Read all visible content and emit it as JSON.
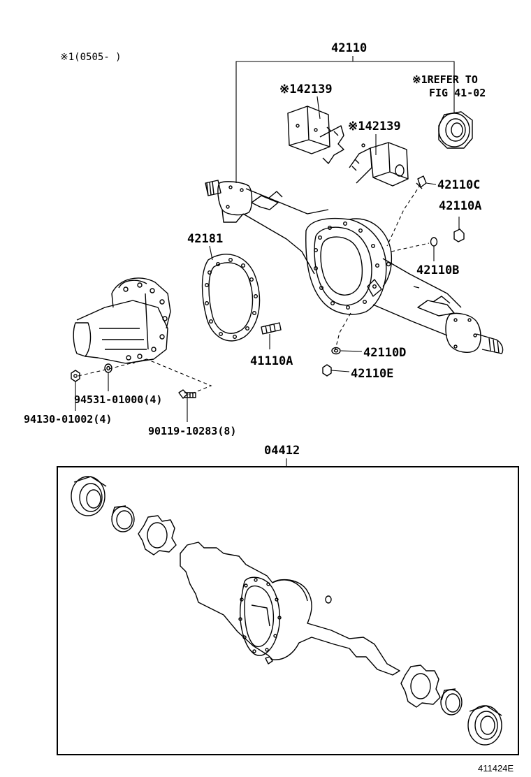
{
  "labels": {
    "n_42110": "42110",
    "n_note_series": "※1(0505-   )",
    "n_42139_upper": "※142139",
    "n_42139_lower": "※142139",
    "n_refer_1": "※1REFER TO",
    "n_refer_2": "FIG 41-02",
    "n_42110C": "42110C",
    "n_42110A": "42110A",
    "n_42181": "42181",
    "n_42110B": "42110B",
    "n_41110A": "41110A",
    "n_42110D": "42110D",
    "n_42110E": "42110E",
    "n_94531": "94531-01000(4)",
    "n_94130": "94130-01002(4)",
    "n_90119": "90119-10283(8)",
    "n_04412": "04412",
    "n_figure_id": "411424E"
  }
}
